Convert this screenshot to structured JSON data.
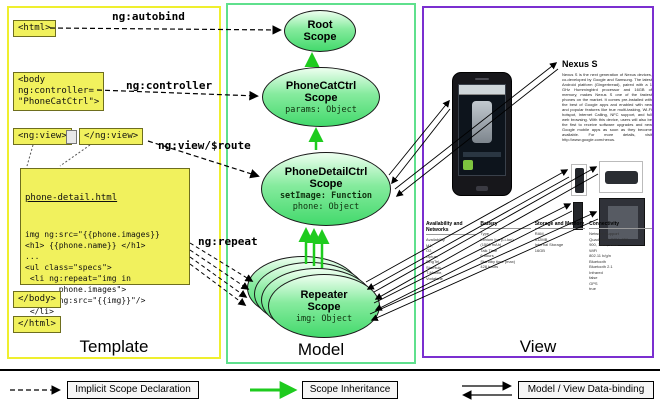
{
  "columns": {
    "template": "Template",
    "model": "Model",
    "view": "View"
  },
  "template": {
    "html_open": "<html>",
    "html_close": "</html>",
    "body_open_lines": [
      "<body",
      "ng:controller=",
      "\"PhoneCatCtrl\">"
    ],
    "body_close": "</body>",
    "ngview_open": "<ng:view>",
    "ngview_close": "</ng:view>",
    "label_autobind": "ng:autobind",
    "label_controller": "ng:controller",
    "label_viewroute": "ng:view/$route",
    "label_repeat": "ng:repeat",
    "code": {
      "title": "phone-detail.html",
      "lines": [
        "img ng:src=\"{{phone.images}}",
        "<h1> {{phone.name}} </h1>",
        "...",
        "<ul class=\"specs\">",
        " <li ng:repeat=\"img in",
        "       phone.images\">",
        "  <img ng:src=\"{{img}}\"/>",
        " </li>",
        "..."
      ]
    }
  },
  "model": {
    "root": {
      "name": "Root\nScope"
    },
    "phonecat": {
      "name": "PhoneCatCtrl\nScope",
      "prop1": "params: Object"
    },
    "phonedetail": {
      "name": "PhoneDetailCtrl\nScope",
      "prop1": "setImage: Function",
      "prop2": "phone: Object"
    },
    "repeater": {
      "name": "Repeater\nScope",
      "prop1": "img: Object"
    }
  },
  "view": {
    "phone_name": "Nexus S",
    "description": "Nexus S is the next generation of Nexus devices, co-developed by Google and Samsung. The latest Android platform (Gingerbread), paired with a 1 GHz Hummingbird processor and 16GB of memory, makes Nexus S one of the fastest phones on the market. It comes pre-installed with the best of Google apps and enabled with new and popular features like true multi-tasking, Wi-Fi hotspot, Internet Calling, NFC support, and full web browsing. With this device, users will also be the first to receive software upgrades and new Google mobile apps as soon as they become available. For more details, visit http://www.google.com/nexus.",
    "specs": [
      {
        "header": "Availability and Networks",
        "items": [
          "Availability",
          "M1,",
          "O2,",
          "Optus,",
          "SingTel,",
          "StarHub,",
          "T-Mobile,",
          "Vodafone"
        ]
      },
      {
        "header": "Battery",
        "items": [
          "Type",
          "Lithium Ion (Li-Ion)",
          "(1500 mAh)",
          "Talk Time",
          "6 hours",
          "Standby time (max)",
          "428 hours"
        ]
      },
      {
        "header": "Storage and Memory",
        "items": [
          "RAM",
          "512MB",
          "Internal Storage",
          "16GB"
        ]
      },
      {
        "header": "Connectivity",
        "items": [
          "Network Support",
          "Quad-band GSM: 850,",
          "900, 1800, 1900",
          "WiFi",
          "802.11 b/g/n",
          "Bluetooth",
          "Bluetooth 2.1",
          "Infrared",
          "false",
          "GPS",
          "true"
        ]
      }
    ]
  },
  "legend": {
    "implicit": "Implicit Scope Declaration",
    "inheritance": "Scope Inheritance",
    "databinding": "Model / View Data-binding"
  },
  "colors": {
    "template_border": "#efef2e",
    "model_border": "#5fe08d",
    "view_border": "#7b2fd0",
    "code_box_bg": "#f1f15d",
    "scope_fill": "#43d96c",
    "inheritance_arrow": "#1ecb1e",
    "declaration_arrow": "#000000",
    "databinding_arrow": "#000000"
  }
}
